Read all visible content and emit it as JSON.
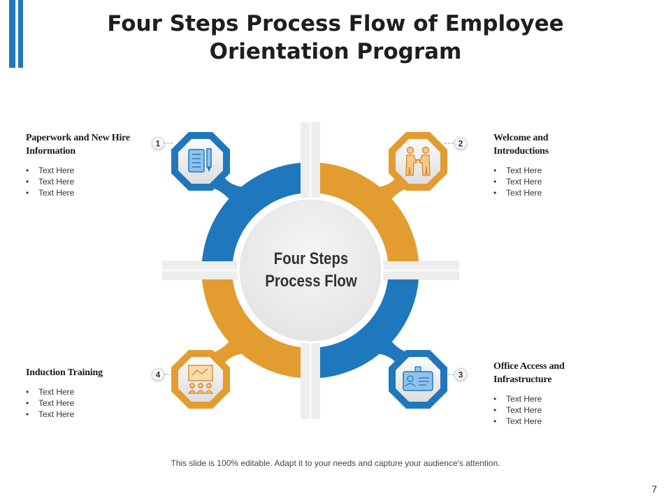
{
  "slide": {
    "title_lines": [
      "Four Steps Process Flow of Employee",
      "Orientation Program"
    ],
    "center_lines": [
      "Four Steps",
      "Process Flow"
    ],
    "footer": "This slide is 100% editable. Adapt it to your needs and capture your audience's attention.",
    "page_number": "7"
  },
  "colors": {
    "blue": "#1f78bd",
    "orange": "#e29c30",
    "center_fill": "#efefef"
  },
  "steps": [
    {
      "number": "1",
      "heading_lines": [
        "Paperwork and New Hire",
        "Information"
      ],
      "bullets": [
        "Text Here",
        "Text Here",
        "Text Here"
      ],
      "icon": "paperwork-icon",
      "color": "#1f78bd"
    },
    {
      "number": "2",
      "heading_lines": [
        "Welcome and",
        "Introductions"
      ],
      "bullets": [
        "Text Here",
        "Text Here",
        "Text Here"
      ],
      "icon": "handshake-icon",
      "color": "#e29c30"
    },
    {
      "number": "3",
      "heading_lines": [
        "Office Access and",
        "Infrastructure"
      ],
      "bullets": [
        "Text Here",
        "Text Here",
        "Text Here"
      ],
      "icon": "id-card-icon",
      "color": "#1f78bd"
    },
    {
      "number": "4",
      "heading_lines": [
        "Induction Training"
      ],
      "bullets": [
        "Text Here",
        "Text Here",
        "Text Here"
      ],
      "icon": "training-board-icon",
      "color": "#e29c30"
    }
  ]
}
